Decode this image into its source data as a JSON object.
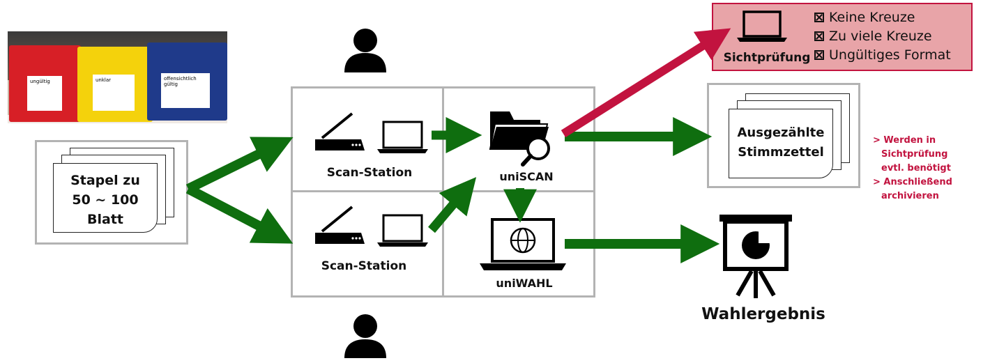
{
  "photo": {
    "bins": [
      {
        "label": "ungültig",
        "color": "#d71f26"
      },
      {
        "label": "unklar",
        "color": "#f4d20c"
      },
      {
        "label": "offensichtlich gültig",
        "color": "#1f3a8a"
      }
    ]
  },
  "input_stack": {
    "line1": "Stapel zu",
    "line2": "50 ~ 100",
    "line3": "Blatt"
  },
  "stations": [
    {
      "label": "Scan-Station"
    },
    {
      "label": "Scan-Station"
    }
  ],
  "uniscan": {
    "label": "uniSCAN"
  },
  "uniwahl": {
    "label": "uniWAHL"
  },
  "sichtpruefung": {
    "label": "Sichtprüfung",
    "items": [
      "Keine Kreuze",
      "Zu viele Kreuze",
      "Ungültiges Format"
    ],
    "bg": "#e8a4a8",
    "border": "#c2133f"
  },
  "output_stack": {
    "line1": "Ausgezählte",
    "line2": "Stimmzettel"
  },
  "notes": [
    "> Werden in",
    "Sichtprüfung",
    "evtl. benötigt",
    "> Anschließend",
    "archivieren"
  ],
  "result": {
    "label": "Wahlergebnis"
  },
  "colors": {
    "arrow_green": "#0f6e0f",
    "arrow_red": "#c2133f",
    "note": "#c2133f"
  }
}
